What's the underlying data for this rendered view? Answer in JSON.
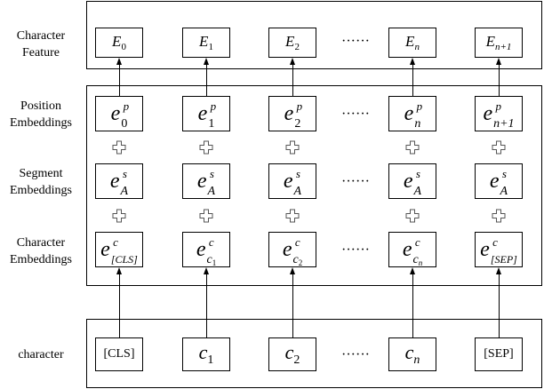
{
  "row_labels": {
    "feature": "Character\nFeature",
    "position": "Position\nEmbeddings",
    "segment": "Segment\nEmbeddings",
    "char_emb": "Character\nEmbeddings",
    "input": "character"
  },
  "ellipsis": "······",
  "feature_boxes": [
    {
      "base": "E",
      "sub": "0"
    },
    {
      "base": "E",
      "sub": "1"
    },
    {
      "base": "E",
      "sub": "2"
    },
    {
      "base": "E",
      "sub": "n"
    },
    {
      "base": "E",
      "sub": "n+1"
    }
  ],
  "position_boxes": [
    {
      "base": "e",
      "sup": "p",
      "sub": "0"
    },
    {
      "base": "e",
      "sup": "p",
      "sub": "1"
    },
    {
      "base": "e",
      "sup": "p",
      "sub": "2"
    },
    {
      "base": "e",
      "sup": "p",
      "sub": "n"
    },
    {
      "base": "e",
      "sup": "p",
      "sub": "n+1"
    }
  ],
  "segment_boxes": [
    {
      "base": "e",
      "sup": "s",
      "sub": "A"
    },
    {
      "base": "e",
      "sup": "s",
      "sub": "A"
    },
    {
      "base": "e",
      "sup": "s",
      "sub": "A"
    },
    {
      "base": "e",
      "sup": "s",
      "sub": "A"
    },
    {
      "base": "e",
      "sup": "s",
      "sub": "A"
    }
  ],
  "char_emb_boxes": [
    {
      "base": "e",
      "sup": "c",
      "sub": "[CLS]"
    },
    {
      "base": "e",
      "sup": "c",
      "sub": "c",
      "subsub": "1"
    },
    {
      "base": "e",
      "sup": "c",
      "sub": "c",
      "subsub": "2"
    },
    {
      "base": "e",
      "sup": "c",
      "sub": "c",
      "subsub": "n"
    },
    {
      "base": "e",
      "sup": "c",
      "sub": "[SEP]"
    }
  ],
  "input_boxes": [
    {
      "text": "[CLS]"
    },
    {
      "base": "c",
      "sub": "1"
    },
    {
      "base": "c",
      "sub": "2"
    },
    {
      "base": "c",
      "sub": "n"
    },
    {
      "text": "[SEP]"
    }
  ]
}
